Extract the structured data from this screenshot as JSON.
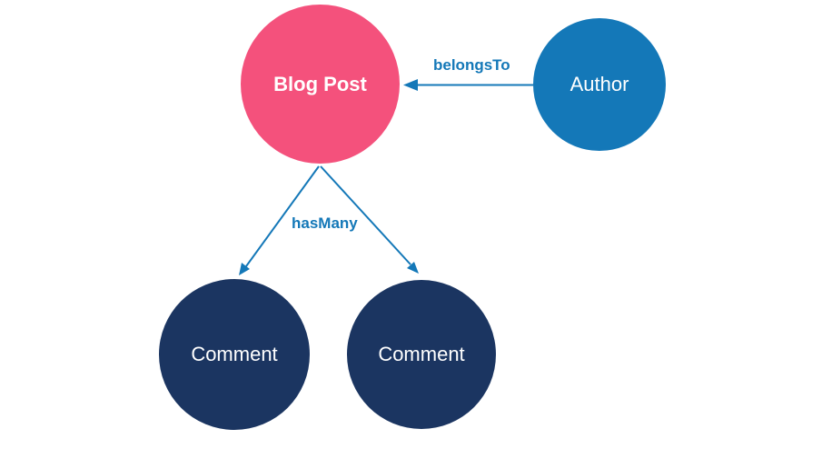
{
  "diagram": {
    "background": "#FFFFFF",
    "edge_color": "#1478B8",
    "edge_label_color": "#1478B8",
    "nodes": [
      {
        "id": "blog-post",
        "label": "Blog Post",
        "fill": "#F4517C",
        "text_color": "#FFFFFF"
      },
      {
        "id": "author",
        "label": "Author",
        "fill": "#1478B8",
        "text_color": "#FFFFFF"
      },
      {
        "id": "comment-1",
        "label": "Comment",
        "fill": "#1B3561",
        "text_color": "#FFFFFF"
      },
      {
        "id": "comment-2",
        "label": "Comment",
        "fill": "#1B3561",
        "text_color": "#FFFFFF"
      }
    ],
    "edges": [
      {
        "id": "belongs-to",
        "label": "belongsTo",
        "from": "Author",
        "to": "Blog Post"
      },
      {
        "id": "has-many",
        "label": "hasMany",
        "from": "Blog Post",
        "to": "Comment"
      }
    ]
  }
}
